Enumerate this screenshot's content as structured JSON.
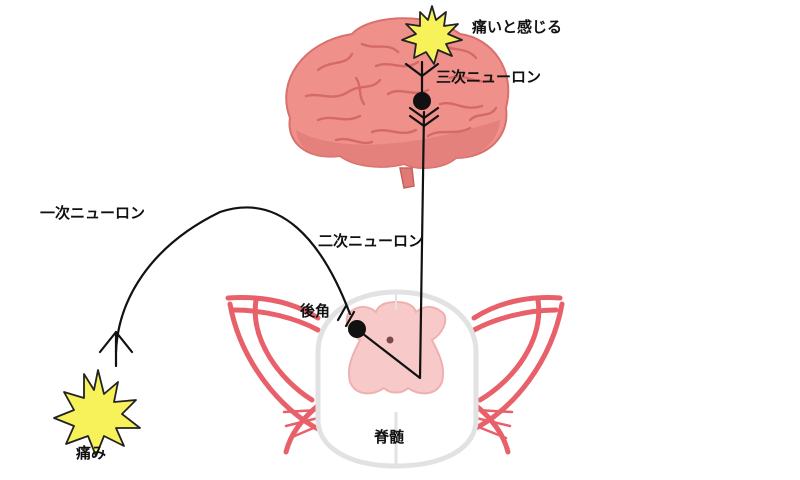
{
  "labels": {
    "pain_felt": "痛いと感じる",
    "third_neuron": "三次ニューロン",
    "first_neuron": "一次ニューロン",
    "second_neuron": "二次ニューロン",
    "dorsal_horn": "後角",
    "pain": "痛み",
    "spinal_cord": "脊髄"
  },
  "colors": {
    "brain_fill": "#f0908b",
    "brain_edge": "#d9706c",
    "cord_outline": "#e2e2e2",
    "gray_matter": "#f7c9c9",
    "nerve_root": "#e8606a",
    "burst_fill": "#f8f25a",
    "line": "#111111"
  }
}
